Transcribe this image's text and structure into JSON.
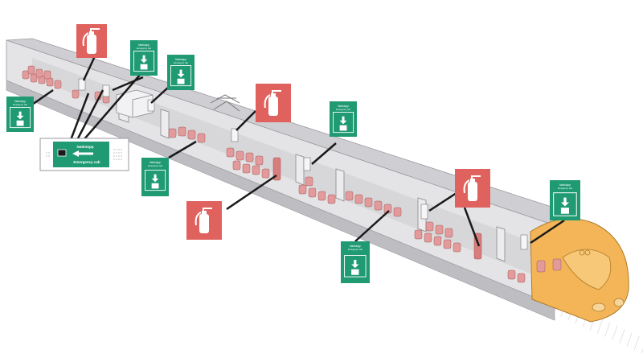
{
  "colors": {
    "background": "#ffffff",
    "train_body": "#e4e4e6",
    "train_shadow": "#bdbdc2",
    "train_outline": "#9a9aa0",
    "locomotive": "#f3b558",
    "seat": "#e39a9a",
    "fire_sign": "#e0625f",
    "exit_sign": "#1f9a72",
    "leader_line": "#1a1a1a"
  },
  "icons": {
    "fire_extinguisher": "fire-extinguisher-icon",
    "emergency_stop": "emergency-brake-arrow-icon"
  },
  "emergency_callout": {
    "title": "Nødstopp",
    "subtitle": "Emergency cab"
  },
  "exit_signs": [
    {
      "title": "Nødstopp",
      "subtitle": "Emergency cab"
    },
    {
      "title": "Nødstopp",
      "subtitle": "Emergency cab"
    },
    {
      "title": "Nødstopp",
      "subtitle": "Emergency cab"
    },
    {
      "title": "Nødstopp",
      "subtitle": "Emergency cab"
    },
    {
      "title": "Nødstopp",
      "subtitle": "Emergency cab"
    },
    {
      "title": "Nødstopp",
      "subtitle": "Emergency cab"
    },
    {
      "title": "Nødstopp",
      "subtitle": "Emergency cab"
    }
  ]
}
